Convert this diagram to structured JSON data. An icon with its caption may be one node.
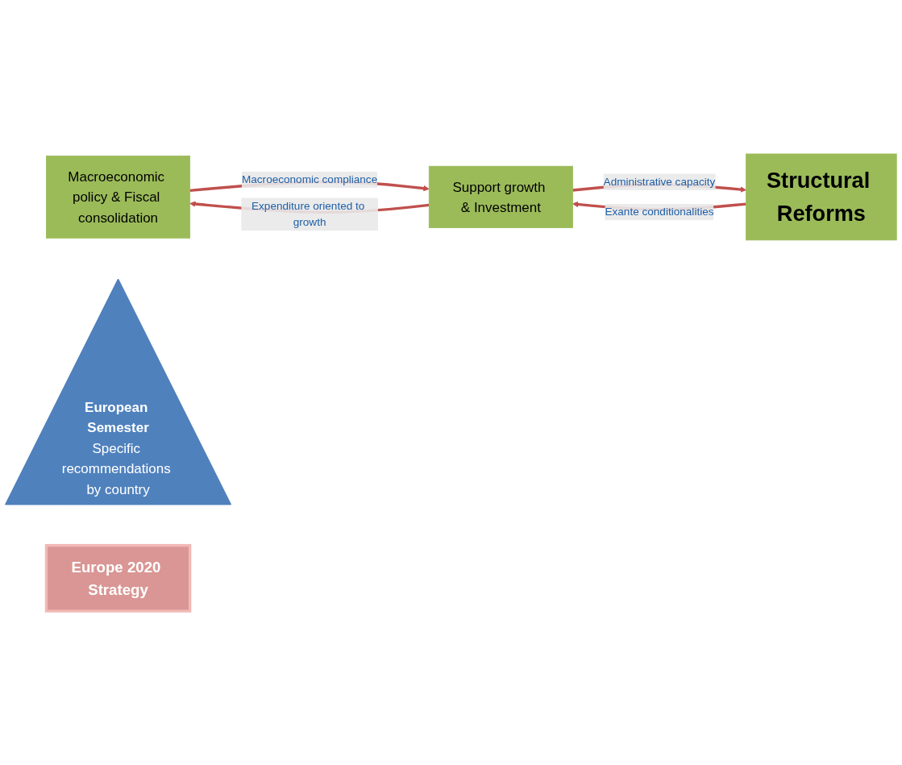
{
  "diagram": {
    "nodes": [
      {
        "text": [
          "Macroeconomic policy & Fiscal consolidation"
        ]
      },
      {
        "text": [
          "European Semester",
          "Specific recommendations by country"
        ]
      },
      {
        "text": [
          "Support growth & Investment"
        ]
      },
      {
        "text": [
          "Structural Reforms"
        ]
      },
      {
        "text": [
          "Europe 2020 Strategy"
        ]
      }
    ],
    "edges": [
      {
        "from": 0,
        "to": 2,
        "arrow": "to",
        "label": "Macroeconomic compliance"
      },
      {
        "from": 2,
        "to": 0,
        "arrow": "to",
        "label": "Expenditure oriented to growth"
      },
      {
        "from": 3,
        "to": 2,
        "arrow": "to",
        "label": "Exante conditionalities"
      },
      {
        "from": 2,
        "to": 3,
        "arrow": "to",
        "label": "Administrative capacity"
      }
    ]
  }
}
